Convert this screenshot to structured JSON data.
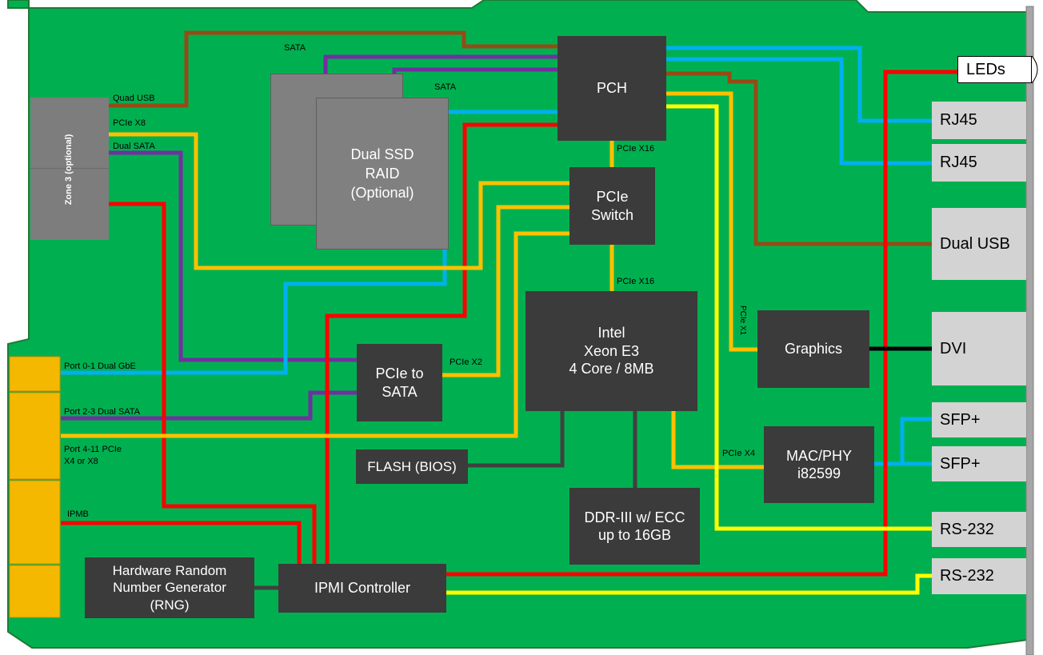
{
  "blocks": {
    "pch": "PCH",
    "pcie_switch": "PCIe\nSwitch",
    "cpu": "Intel\nXeon E3\n4 Core / 8MB",
    "pcie_to_sata": "PCIe to\nSATA",
    "graphics": "Graphics",
    "mac_phy": "MAC/PHY\ni82599",
    "flash": "FLASH (BIOS)",
    "ddr": "DDR-III w/ ECC\nup to 16GB",
    "ipmi": "IPMI Controller",
    "rng": "Hardware Random\nNumber Generator\n(RNG)",
    "ssd": "Dual SSD\nRAID\n(Optional)",
    "zone3": "Zone 3 (optional)"
  },
  "connectors": {
    "leds": "LEDs",
    "rj45_1": "RJ45",
    "rj45_2": "RJ45",
    "dual_usb": "Dual USB",
    "dvi": "DVI",
    "sfp_1": "SFP+",
    "sfp_2": "SFP+",
    "rs232_1": "RS-232",
    "rs232_2": "RS-232"
  },
  "labels": {
    "sata_1": "SATA",
    "sata_2": "SATA",
    "quad_usb": "Quad USB",
    "pcie_x8": "PCIe X8",
    "dual_sata": "Dual SATA",
    "pcie_x16_1": "PCIe X16",
    "pcie_x16_2": "PCIe X16",
    "pcie_x2": "PCIe X2",
    "pcie_x1": "PCIe X1",
    "pcie_x4": "PCIe X4",
    "port_0_1": "Port 0-1 Dual GbE",
    "port_2_3": "Port 2-3 Dual SATA",
    "port_4_11": "Port 4-11  PCIe\nX4 or X8",
    "ipmb": "IPMB"
  },
  "colors": {
    "board": "#00b050",
    "board_edge": "#1e7a35",
    "chip": "#3b3b3b",
    "brown": "#964b16",
    "purple": "#7030a0",
    "blue": "#00b0f0",
    "red": "#ff0000",
    "orange": "#ffc000",
    "yellow": "#ffff00",
    "gray_line": "#404040",
    "black_line": "#000000",
    "edge_connector": "#f5b800"
  }
}
